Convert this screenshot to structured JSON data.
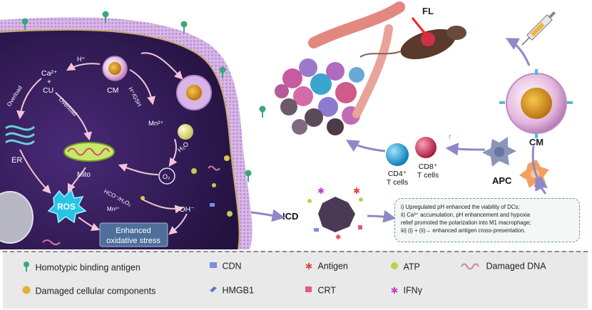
{
  "cell": {
    "h_plus_top": "H⁺",
    "ca_cu": "Ca²⁺",
    "plus": "+",
    "cu": "CU",
    "overload": "Overload",
    "overload2": "Overload",
    "cm_inner": "CM",
    "h_gsh": "H⁺/GSH",
    "mn": "Mn²⁺",
    "h2o": "H₂O",
    "o2": "O₂",
    "er": "ER",
    "mito": "Mito",
    "hco3": "HCO⁻/H₂O₂",
    "mn2": "Mn²⁺",
    "oh": "·OH⁻",
    "ros": "ROS",
    "enhanced_line1": "Enhanced",
    "enhanced_line2": "oxidative stress"
  },
  "right": {
    "fl": "FL",
    "cm": "CM",
    "cd4_line1": "CD4⁺",
    "cd4_line2": "T cells",
    "cd8_line1": "CD8⁺",
    "cd8_line2": "T cells",
    "apc": "APC",
    "icd": "ICD"
  },
  "notes": [
    "i) Upregulated pH enhanced the viability of DCs;",
    "ii) Ca²⁺ accumulation, pH enhancement and hypoxia",
    "    relief promoted the polarization into M1 macrophage;",
    "iii) (i) + (ii)→ enhanced antigen cross-presentation."
  ],
  "legend": {
    "homotypic": "Homotypic binding antigen",
    "damaged_components": "Damaged cellular components",
    "cdn": "CDN",
    "hmgb1": "HMGB1",
    "antigen": "Antigen",
    "crt": "CRT",
    "atp": "ATP",
    "ifn": "IFNγ",
    "dna": "Damaged DNA"
  },
  "colors": {
    "cytoplasm": "#3a1f5e",
    "membrane": "#c9a4dd",
    "ros_fill": "#27c4e4",
    "enhanced_box": "#4e6f9a",
    "cd4": "#1fa3d6",
    "cd8": "#d0325a",
    "apc": "#8a96b8",
    "arrow": "#9187c8"
  },
  "icons": [
    "homotypic-antigen-icon",
    "damaged-components-icon",
    "cdn-icon",
    "hmgb1-icon",
    "antigen-icon",
    "crt-icon",
    "atp-icon",
    "ifn-icon",
    "damaged-dna-icon",
    "syringe-icon",
    "mouse-icon"
  ]
}
